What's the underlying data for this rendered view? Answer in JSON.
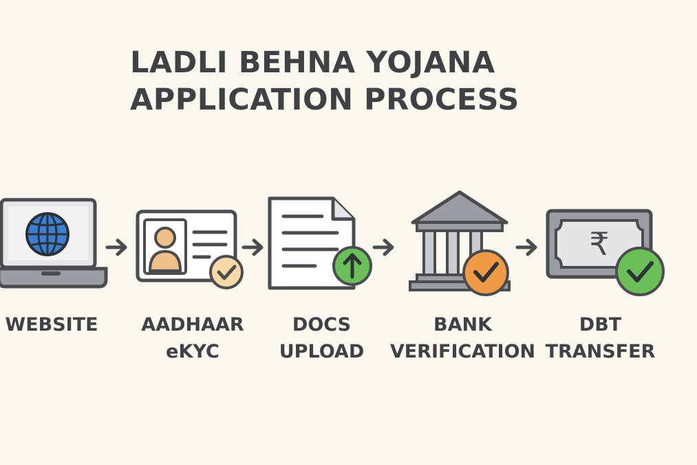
{
  "title": {
    "line1": "LADLI BEHNA YOJANA",
    "line2": "APPLICATION PROCESS"
  },
  "steps": [
    {
      "icon": "laptop-globe-icon",
      "lines": [
        "WEBSITE"
      ]
    },
    {
      "icon": "id-card-check-icon",
      "lines": [
        "AADHAAR",
        "eKYC"
      ]
    },
    {
      "icon": "document-upload-icon",
      "lines": [
        "DOCS",
        "UPLOAD"
      ]
    },
    {
      "icon": "bank-check-icon",
      "lines": [
        "BANK",
        "VERIFICATION"
      ]
    },
    {
      "icon": "rupee-note-check-icon",
      "lines": [
        "DBT",
        "TRANSFER"
      ]
    }
  ],
  "colors": {
    "background": "#fbf8f0",
    "outline": "#4a4c50",
    "globe_blue": "#3b7fd0",
    "person_orange": "#f0c08a",
    "upload_green": "#6bbf59",
    "bank_check_orange": "#f19a45",
    "dbt_check_green": "#6bbf59"
  }
}
